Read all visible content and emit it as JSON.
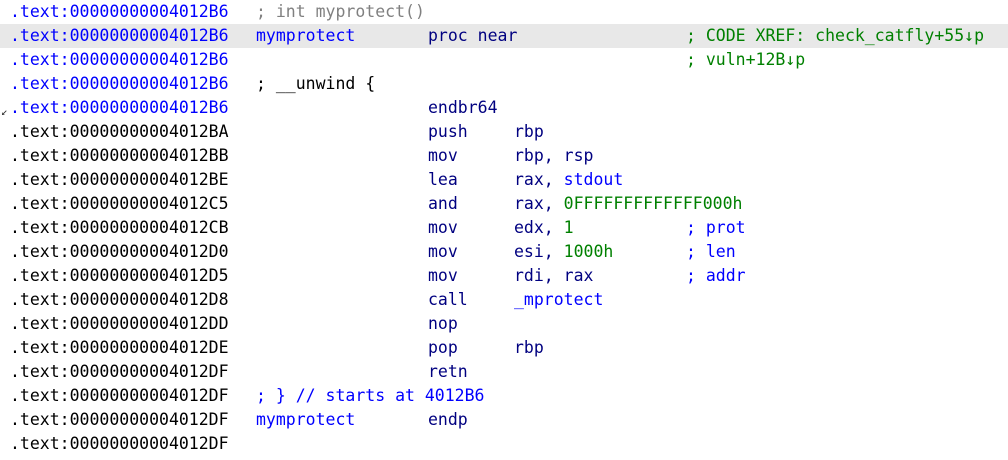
{
  "listing": {
    "rows": [
      {
        "addr": ".text:00000000004012B6",
        "addr_blue": true,
        "label": "; int myprotect()",
        "label_style": "grey",
        "mnem": "",
        "ops": [],
        "comment": "",
        "highlight": false
      },
      {
        "addr": ".text:00000000004012B6",
        "addr_blue": true,
        "label": "mymprotect",
        "label_style": "blue",
        "mnem": "proc near",
        "ops": [],
        "comment": "; CODE XREF: check_catfly+55↓p",
        "highlight": true
      },
      {
        "addr": ".text:00000000004012B6",
        "addr_blue": true,
        "label": "",
        "label_style": "blue",
        "mnem": "",
        "ops": [],
        "comment": "; vuln+12B↓p",
        "highlight": false
      },
      {
        "addr": ".text:00000000004012B6",
        "addr_blue": true,
        "label": "; __unwind {",
        "label_style": "black",
        "mnem": "",
        "ops": [],
        "comment": "",
        "highlight": false
      },
      {
        "addr": ".text:00000000004012B6",
        "addr_blue": true,
        "label": "",
        "label_style": "blue",
        "mnem": "endbr64",
        "ops": [],
        "comment": "",
        "highlight": false,
        "gutter": "↙"
      },
      {
        "addr": ".text:00000000004012BA",
        "addr_blue": false,
        "label": "",
        "label_style": "blue",
        "mnem": "push",
        "ops": [
          {
            "t": "rbp",
            "k": "reg"
          }
        ],
        "comment": "",
        "highlight": false
      },
      {
        "addr": ".text:00000000004012BB",
        "addr_blue": false,
        "label": "",
        "label_style": "blue",
        "mnem": "mov",
        "ops": [
          {
            "t": "rbp, rsp",
            "k": "reg"
          }
        ],
        "comment": "",
        "highlight": false
      },
      {
        "addr": ".text:00000000004012BE",
        "addr_blue": false,
        "label": "",
        "label_style": "blue",
        "mnem": "lea",
        "ops": [
          {
            "t": "rax, ",
            "k": "reg"
          },
          {
            "t": "stdout",
            "k": "name"
          }
        ],
        "comment": "",
        "highlight": false
      },
      {
        "addr": ".text:00000000004012C5",
        "addr_blue": false,
        "label": "",
        "label_style": "blue",
        "mnem": "and",
        "ops": [
          {
            "t": "rax, ",
            "k": "reg"
          },
          {
            "t": "0FFFFFFFFFFFFF000h",
            "k": "num"
          }
        ],
        "comment": "",
        "highlight": false
      },
      {
        "addr": ".text:00000000004012CB",
        "addr_blue": false,
        "label": "",
        "label_style": "blue",
        "mnem": "mov",
        "ops": [
          {
            "t": "edx, ",
            "k": "reg"
          },
          {
            "t": "1",
            "k": "num"
          }
        ],
        "comment": "; prot",
        "comment_blue": true,
        "highlight": false
      },
      {
        "addr": ".text:00000000004012D0",
        "addr_blue": false,
        "label": "",
        "label_style": "blue",
        "mnem": "mov",
        "ops": [
          {
            "t": "esi, ",
            "k": "reg"
          },
          {
            "t": "1000h",
            "k": "num"
          }
        ],
        "comment": "; len",
        "comment_blue": true,
        "highlight": false
      },
      {
        "addr": ".text:00000000004012D5",
        "addr_blue": false,
        "label": "",
        "label_style": "blue",
        "mnem": "mov",
        "ops": [
          {
            "t": "rdi, rax",
            "k": "reg"
          }
        ],
        "comment": "; addr",
        "comment_blue": true,
        "highlight": false
      },
      {
        "addr": ".text:00000000004012D8",
        "addr_blue": false,
        "label": "",
        "label_style": "blue",
        "mnem": "call",
        "ops": [
          {
            "t": "_mprotect",
            "k": "name"
          }
        ],
        "comment": "",
        "highlight": false
      },
      {
        "addr": ".text:00000000004012DD",
        "addr_blue": false,
        "label": "",
        "label_style": "blue",
        "mnem": "nop",
        "ops": [],
        "comment": "",
        "highlight": false
      },
      {
        "addr": ".text:00000000004012DE",
        "addr_blue": false,
        "label": "",
        "label_style": "blue",
        "mnem": "pop",
        "ops": [
          {
            "t": "rbp",
            "k": "reg"
          }
        ],
        "comment": "",
        "highlight": false
      },
      {
        "addr": ".text:00000000004012DF",
        "addr_blue": false,
        "label": "",
        "label_style": "blue",
        "mnem": "retn",
        "ops": [],
        "comment": "",
        "highlight": false
      },
      {
        "addr": ".text:00000000004012DF",
        "addr_blue": false,
        "label": "; } // starts at 4012B6",
        "label_style": "blue",
        "mnem": "",
        "ops": [],
        "comment": "",
        "highlight": false
      },
      {
        "addr": ".text:00000000004012DF",
        "addr_blue": false,
        "label": "mymprotect",
        "label_style": "blue",
        "mnem": "endp",
        "ops": [],
        "comment": "",
        "highlight": false
      },
      {
        "addr": ".text:00000000004012DF",
        "addr_blue": false,
        "label": "",
        "label_style": "blue",
        "mnem": "",
        "ops": [],
        "comment": "",
        "highlight": false
      }
    ]
  },
  "colors": {
    "address_default": "#000000",
    "address_function": "#0000ff",
    "mnemonic": "#000080",
    "number": "#008000",
    "name": "#0000ff",
    "comment": "#008000",
    "highlight_row": "#e8e8e8"
  }
}
